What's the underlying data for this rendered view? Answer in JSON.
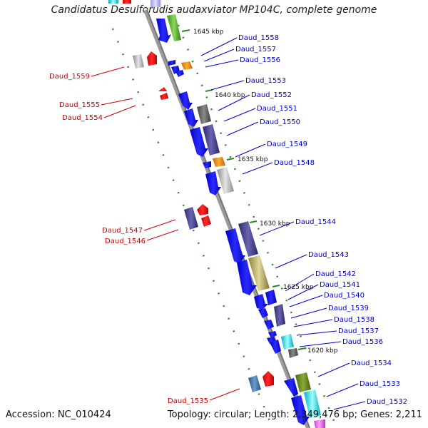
{
  "title": "Candidatus Desulforudis audaxviator MP104C, complete genome",
  "footer": {
    "accession": "Accession: NC_010424",
    "summary": "Topology: circular; Length: 2,349,476 bp; Genes: 2,211"
  },
  "colors": {
    "backbone": "#8c8c8c",
    "forward_label": "#0000cc",
    "reverse_label": "#cc0000",
    "gc_dots": "#2e8b22"
  },
  "scale_ticks": [
    {
      "label": "1645 kbp"
    },
    {
      "label": "1640 kbp"
    },
    {
      "label": "1635 kbp"
    },
    {
      "label": "1630 kbp"
    },
    {
      "label": "1625 kbp"
    },
    {
      "label": "1620 kbp"
    }
  ],
  "genes_forward": [
    "Daud_1558",
    "Daud_1557",
    "Daud_1556",
    "Daud_1553",
    "Daud_1552",
    "Daud_1551",
    "Daud_1550",
    "Daud_1549",
    "Daud_1548",
    "Daud_1544",
    "Daud_1543",
    "Daud_1542",
    "Daud_1541",
    "Daud_1540",
    "Daud_1539",
    "Daud_1538",
    "Daud_1537",
    "Daud_1536",
    "Daud_1534",
    "Daud_1533",
    "Daud_1532"
  ],
  "genes_reverse": [
    "Daud_1559",
    "Daud_1555",
    "Daud_1554",
    "Daud_1547",
    "Daud_1546",
    "Daud_1535"
  ]
}
